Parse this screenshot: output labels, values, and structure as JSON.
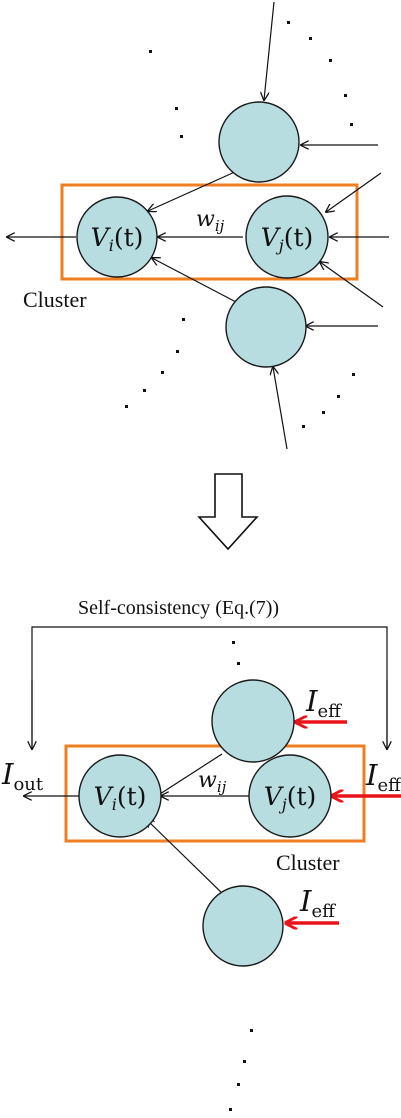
{
  "colors": {
    "node_fill": "#b7dde0",
    "node_stroke": "#1a1a1a",
    "cluster_box": "#ef7d22",
    "input_arrow": "#e8141b",
    "line": "#111111"
  },
  "top_panel": {
    "node_i": {
      "var": "V",
      "sub": "i",
      "arg": "(t)"
    },
    "node_j": {
      "var": "V",
      "sub": "j",
      "arg": "(t)"
    },
    "weight": {
      "var": "w",
      "sub": "ij"
    },
    "cluster_label": "Cluster"
  },
  "transform_arrow": {
    "icon": "hollow-down-arrow-icon"
  },
  "bottom_panel": {
    "self_consistency_label": "Self-consistency (Eq.(7))",
    "node_i": {
      "var": "V",
      "sub": "i",
      "arg": "(t)"
    },
    "node_j": {
      "var": "V",
      "sub": "j",
      "arg": "(t)"
    },
    "weight": {
      "var": "w",
      "sub": "ij"
    },
    "cluster_label": "Cluster",
    "input_current": {
      "var": "I",
      "sub": "eff"
    },
    "output_current": {
      "var": "I",
      "sub": "out"
    }
  }
}
